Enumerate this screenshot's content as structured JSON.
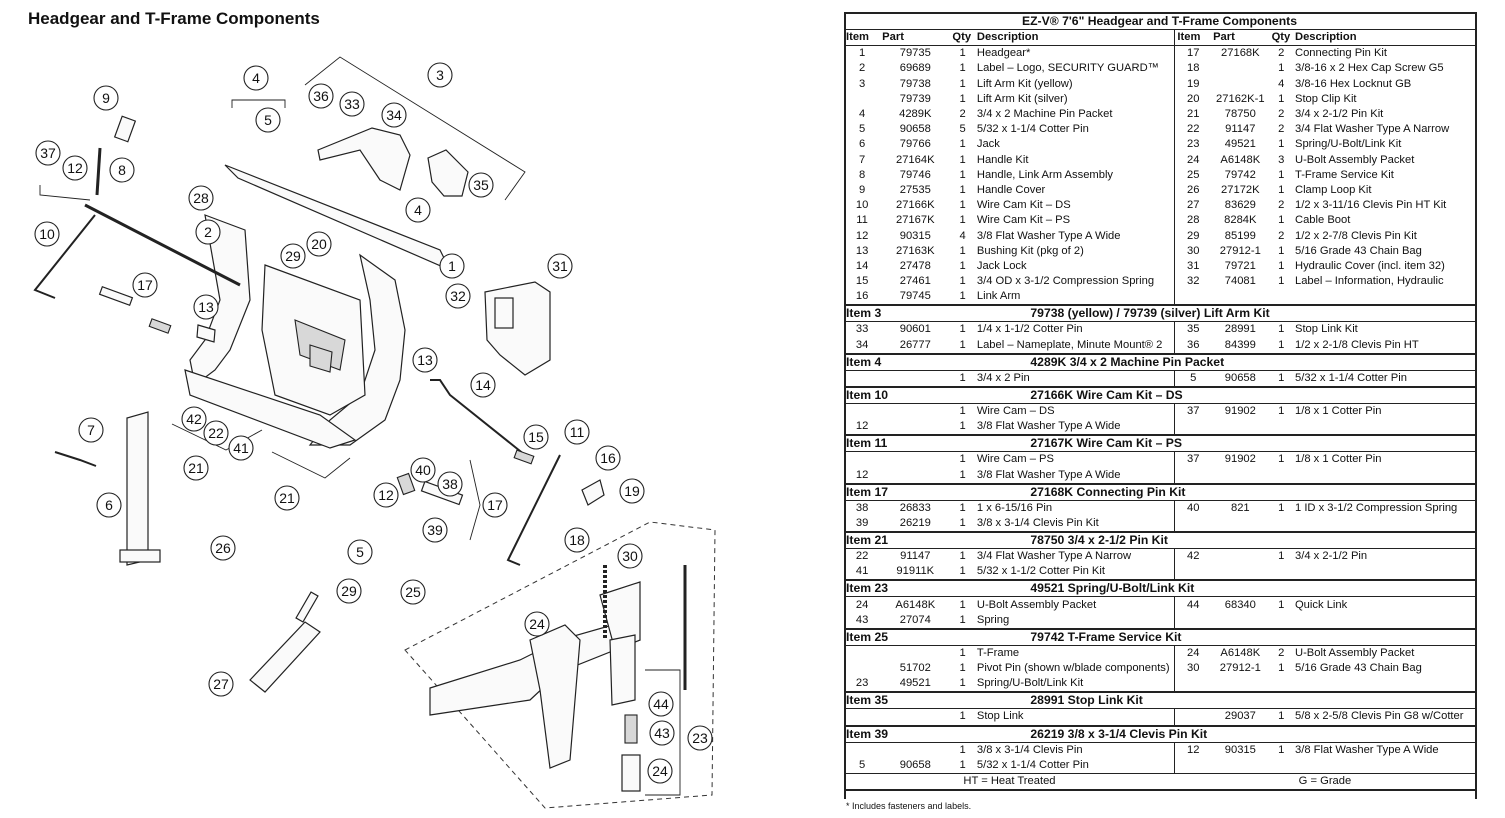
{
  "page_title": "Headgear and T-Frame Components",
  "diagram": {
    "callouts": [
      "1",
      "2",
      "3",
      "4",
      "4",
      "5",
      "5",
      "6",
      "7",
      "8",
      "9",
      "10",
      "11",
      "12",
      "12",
      "13",
      "13",
      "14",
      "15",
      "16",
      "17",
      "17",
      "18",
      "19",
      "20",
      "21",
      "21",
      "22",
      "23",
      "24",
      "24",
      "25",
      "26",
      "27",
      "28",
      "29",
      "29",
      "30",
      "31",
      "32",
      "33",
      "34",
      "35",
      "36",
      "37",
      "38",
      "39",
      "40",
      "41",
      "42",
      "43",
      "44"
    ]
  },
  "table": {
    "title": "EZ-V® 7'6\" Headgear and T-Frame Components",
    "headers": [
      "Item",
      "Part",
      "Qty",
      "Description",
      "Item",
      "Part",
      "Qty",
      "Description"
    ],
    "main_rows": [
      [
        "1",
        "79735",
        "1",
        "Headgear*",
        "17",
        "27168K",
        "2",
        "Connecting Pin Kit"
      ],
      [
        "2",
        "69689",
        "1",
        "Label – Logo, SECURITY GUARD™",
        "18",
        "",
        "1",
        "3/8-16 x 2 Hex Cap Screw G5"
      ],
      [
        "3",
        "79738",
        "1",
        "Lift Arm Kit (yellow)",
        "19",
        "",
        "4",
        "3/8-16 Hex Locknut GB"
      ],
      [
        "",
        "79739",
        "1",
        "Lift Arm Kit (silver)",
        "20",
        "27162K-1",
        "1",
        "Stop Clip Kit"
      ],
      [
        "4",
        "4289K",
        "2",
        "3/4 x 2 Machine Pin Packet",
        "21",
        "78750",
        "2",
        "3/4 x 2-1/2 Pin Kit"
      ],
      [
        "5",
        "90658",
        "5",
        "5/32 x 1-1/4 Cotter Pin",
        "22",
        "91147",
        "2",
        "3/4 Flat Washer Type A Narrow"
      ],
      [
        "6",
        "79766",
        "1",
        "Jack",
        "23",
        "49521",
        "1",
        "Spring/U-Bolt/Link Kit"
      ],
      [
        "7",
        "27164K",
        "1",
        "Handle Kit",
        "24",
        "A6148K",
        "3",
        "U-Bolt Assembly Packet"
      ],
      [
        "8",
        "79746",
        "1",
        "Handle, Link Arm Assembly",
        "25",
        "79742",
        "1",
        "T-Frame Service Kit"
      ],
      [
        "9",
        "27535",
        "1",
        "Handle Cover",
        "26",
        "27172K",
        "1",
        "Clamp Loop Kit"
      ],
      [
        "10",
        "27166K",
        "1",
        "Wire Cam Kit – DS",
        "27",
        "83629",
        "2",
        "1/2 x 3-11/16 Clevis Pin HT Kit"
      ],
      [
        "11",
        "27167K",
        "1",
        "Wire Cam Kit – PS",
        "28",
        "8284K",
        "1",
        "Cable Boot"
      ],
      [
        "12",
        "90315",
        "4",
        "3/8 Flat Washer Type A Wide",
        "29",
        "85199",
        "2",
        "1/2 x 2-7/8 Clevis Pin Kit"
      ],
      [
        "13",
        "27163K",
        "1",
        "Bushing Kit (pkg of 2)",
        "30",
        "27912-1",
        "1",
        "5/16 Grade 43 Chain Bag"
      ],
      [
        "14",
        "27478",
        "1",
        "Jack Lock",
        "31",
        "79721",
        "1",
        "Hydraulic Cover (incl. item 32)"
      ],
      [
        "15",
        "27461",
        "1",
        "3/4 OD x 3-1/2 Compression Spring",
        "32",
        "74081",
        "1",
        "Label – Information, Hydraulic"
      ],
      [
        "16",
        "79745",
        "1",
        "Link Arm",
        "",
        "",
        "",
        ""
      ]
    ],
    "sections": [
      {
        "item": "Item 3",
        "title": "79738 (yellow) / 79739 (silver)  Lift Arm Kit",
        "rows": [
          [
            "33",
            "90601",
            "1",
            "1/4 x 1-1/2 Cotter Pin",
            "35",
            "28991",
            "1",
            "Stop Link Kit"
          ],
          [
            "34",
            "26777",
            "1",
            "Label – Nameplate, Minute Mount® 2",
            "36",
            "84399",
            "1",
            "1/2 x 2-1/8 Clevis Pin HT"
          ]
        ]
      },
      {
        "item": "Item 4",
        "title": "4289K  3/4 x 2 Machine Pin Packet",
        "rows": [
          [
            "",
            "",
            "1",
            "3/4 x 2 Pin",
            "5",
            "90658",
            "1",
            "5/32 x 1-1/4 Cotter Pin"
          ]
        ]
      },
      {
        "item": "Item 10",
        "title": "27166K  Wire Cam Kit – DS",
        "rows": [
          [
            "",
            "",
            "1",
            "Wire Cam – DS",
            "37",
            "91902",
            "1",
            "1/8 x 1 Cotter Pin"
          ],
          [
            "12",
            "",
            "1",
            "3/8 Flat Washer Type A Wide",
            "",
            "",
            "",
            ""
          ]
        ]
      },
      {
        "item": "Item 11",
        "title": "27167K  Wire Cam Kit – PS",
        "rows": [
          [
            "",
            "",
            "1",
            "Wire Cam – PS",
            "37",
            "91902",
            "1",
            "1/8 x 1 Cotter Pin"
          ],
          [
            "12",
            "",
            "1",
            "3/8 Flat Washer Type A Wide",
            "",
            "",
            "",
            ""
          ]
        ]
      },
      {
        "item": "Item 17",
        "title": "27168K  Connecting Pin Kit",
        "rows": [
          [
            "38",
            "26833",
            "1",
            "1 x 6-15/16 Pin",
            "40",
            "821",
            "1",
            "1 ID x 3-1/2 Compression Spring"
          ],
          [
            "39",
            "26219",
            "1",
            "3/8 x 3-1/4 Clevis Pin Kit",
            "",
            "",
            "",
            ""
          ]
        ]
      },
      {
        "item": "Item 21",
        "title": "78750  3/4 x 2-1/2 Pin Kit",
        "rows": [
          [
            "22",
            "91147",
            "1",
            "3/4 Flat Washer Type A Narrow",
            "42",
            "",
            "1",
            "3/4 x 2-1/2 Pin"
          ],
          [
            "41",
            "91911K",
            "1",
            "5/32 x 1-1/2 Cotter Pin Kit",
            "",
            "",
            "",
            ""
          ]
        ]
      },
      {
        "item": "Item 23",
        "title": "49521  Spring/U-Bolt/Link Kit",
        "rows": [
          [
            "24",
            "A6148K",
            "1",
            "U-Bolt Assembly Packet",
            "44",
            "68340",
            "1",
            "Quick Link"
          ],
          [
            "43",
            "27074",
            "1",
            "Spring",
            "",
            "",
            "",
            ""
          ]
        ]
      },
      {
        "item": "Item 25",
        "title": "79742  T-Frame Service Kit",
        "rows": [
          [
            "",
            "",
            "1",
            "T-Frame",
            "24",
            "A6148K",
            "2",
            "U-Bolt Assembly Packet"
          ],
          [
            "",
            "51702",
            "1",
            "Pivot Pin (shown w/blade components)",
            "30",
            "27912-1",
            "1",
            "5/16 Grade 43 Chain Bag"
          ],
          [
            "23",
            "49521",
            "1",
            "Spring/U-Bolt/Link Kit",
            "",
            "",
            "",
            ""
          ]
        ]
      },
      {
        "item": "Item 35",
        "title": "28991  Stop Link Kit",
        "rows": [
          [
            "",
            "",
            "1",
            "Stop Link",
            "",
            "29037",
            "1",
            "5/8 x 2-5/8 Clevis Pin G8 w/Cotter"
          ]
        ]
      },
      {
        "item": "Item 39",
        "title": "26219  3/8 x 3-1/4 Clevis Pin Kit",
        "rows": [
          [
            "",
            "",
            "1",
            "3/8 x 3-1/4 Clevis Pin",
            "12",
            "90315",
            "1",
            "3/8 Flat Washer Type A Wide"
          ],
          [
            "5",
            "90658",
            "1",
            "5/32 x 1-1/4 Cotter Pin",
            "",
            "",
            "",
            ""
          ]
        ]
      }
    ],
    "footer": [
      "HT = Heat Treated",
      "G = Grade"
    ],
    "footnote": "* Includes fasteners and labels."
  }
}
